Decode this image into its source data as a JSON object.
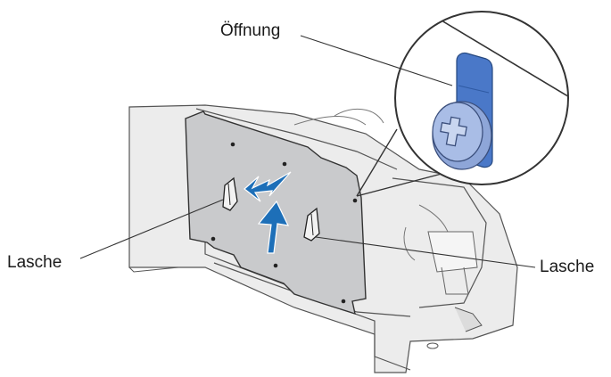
{
  "labels": {
    "opening": "Öffnung",
    "tab_left": "Lasche",
    "tab_right": "Lasche"
  },
  "colors": {
    "plate": "#c9cacc",
    "machine": "#ececec",
    "line": "#333333",
    "arrow": "#1d6fb8",
    "screw": "#a9bde6",
    "tab": "#4a78c8"
  }
}
